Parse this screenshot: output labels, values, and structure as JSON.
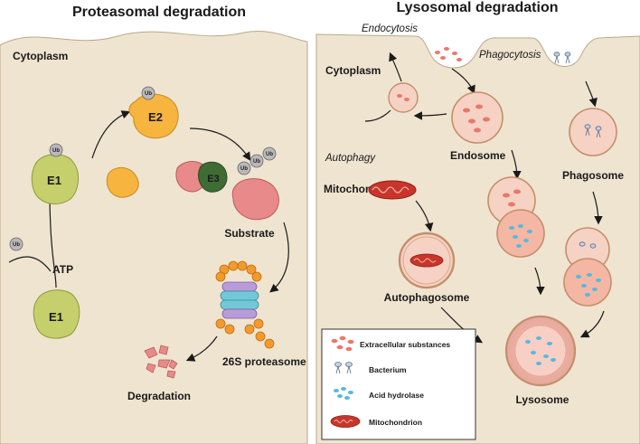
{
  "left_panel": {
    "title": "Proteasomal degradation",
    "region_label": "Cytoplasm",
    "e1_top": "E1",
    "e1_bottom": "E1",
    "e2": "E2",
    "e3": "E3",
    "atp": "ATP",
    "substrate": "Substrate",
    "proteasome": "26S proteasome",
    "degradation": "Degradation",
    "ub": "Ub"
  },
  "right_panel": {
    "title": "Lysosomal degradation",
    "endocytosis": "Endocytosis",
    "phagocytosis": "Phagocytosis",
    "cytoplasm": "Cytoplasm",
    "endosome": "Endosome",
    "phagosome": "Phagosome",
    "autophagy": "Autophagy",
    "mitochondrion": "Mitochondrion",
    "autophagosome": "Autophagosome",
    "lysosome": "Lysosome"
  },
  "legend": {
    "items": [
      {
        "label": "Extracellular substances",
        "icon": "extracellular-substances-icon"
      },
      {
        "label": "Bacterium",
        "icon": "bacterium-icon"
      },
      {
        "label": "Acid hydrolase",
        "icon": "acid-hydrolase-icon"
      },
      {
        "label": "Mitochondrion",
        "icon": "mitochondrion-icon"
      }
    ]
  },
  "colors": {
    "cell_fill": "#efe4d0",
    "enzyme_green": "#c5cf6b",
    "enzyme_orange": "#f7b43e",
    "substrate_pink": "#e98a8a",
    "e3_green": "#3f6b35",
    "vesicle_fill": "#f6d2c4",
    "hydrolase_blue": "#58b8e0",
    "mito_red": "#c8352b"
  }
}
